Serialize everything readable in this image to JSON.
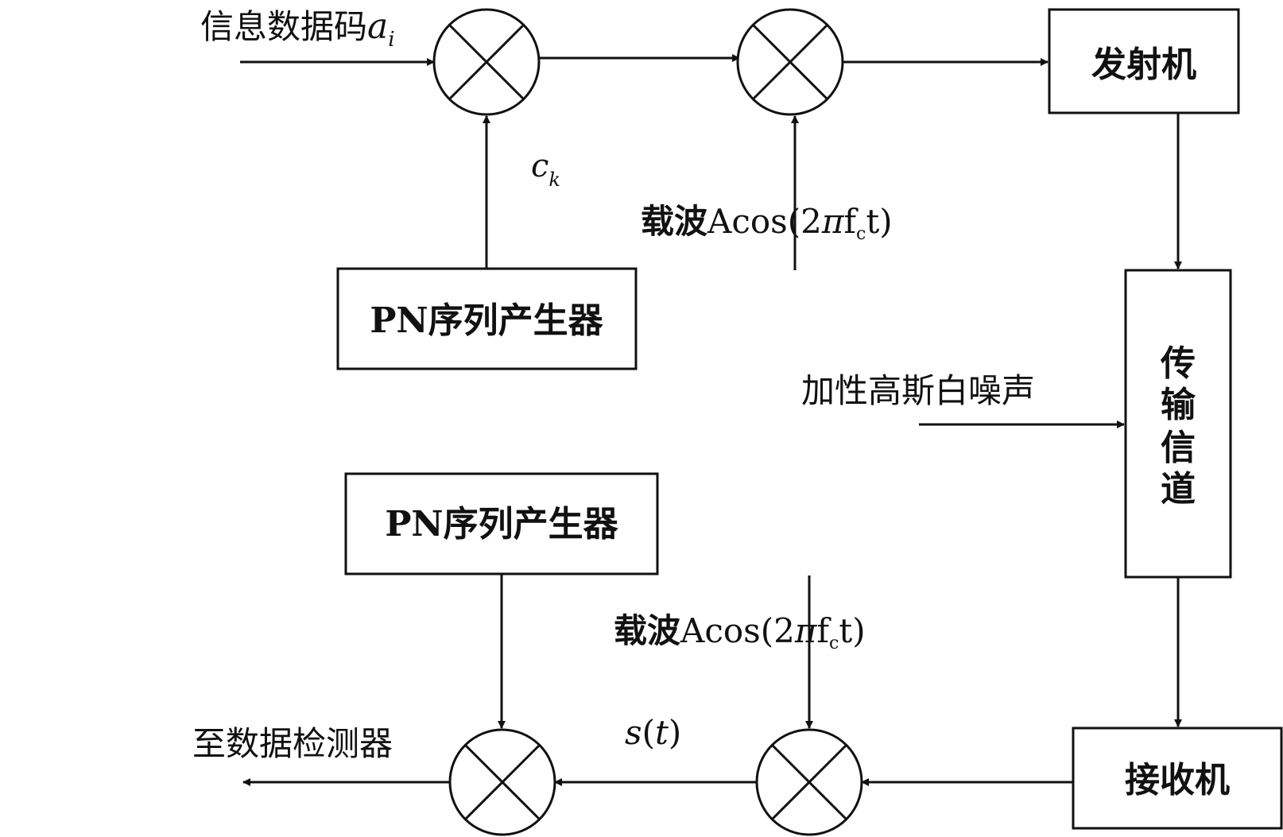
{
  "transmitter_side": {
    "input_label": "信息数据码",
    "input_symbol": "a",
    "input_subscript": "i",
    "spread_code_symbol": "c",
    "spread_code_subscript": "k",
    "pn_generator_label": "PN序列产生器",
    "carrier_prefix": "载波",
    "carrier_formula_start": "Acos(2",
    "carrier_pi": "π",
    "carrier_f": "f",
    "carrier_subscript": "c",
    "carrier_formula_end": "t)",
    "transmitter_label": "发射机"
  },
  "channel": {
    "label_chars": [
      "传",
      "输",
      "信",
      "道"
    ],
    "noise_label": "加性高斯白噪声"
  },
  "receiver_side": {
    "receiver_label": "接收机",
    "pn_generator_label": "PN序列产生器",
    "carrier_prefix": "载波",
    "carrier_formula_start": "Acos(2",
    "carrier_pi": "π",
    "carrier_f": "f",
    "carrier_subscript": "c",
    "carrier_formula_end": "t)",
    "signal_symbol": "s",
    "signal_arg_open": "(",
    "signal_arg": "t",
    "signal_arg_close": ")",
    "output_label": "至数据检测器"
  }
}
